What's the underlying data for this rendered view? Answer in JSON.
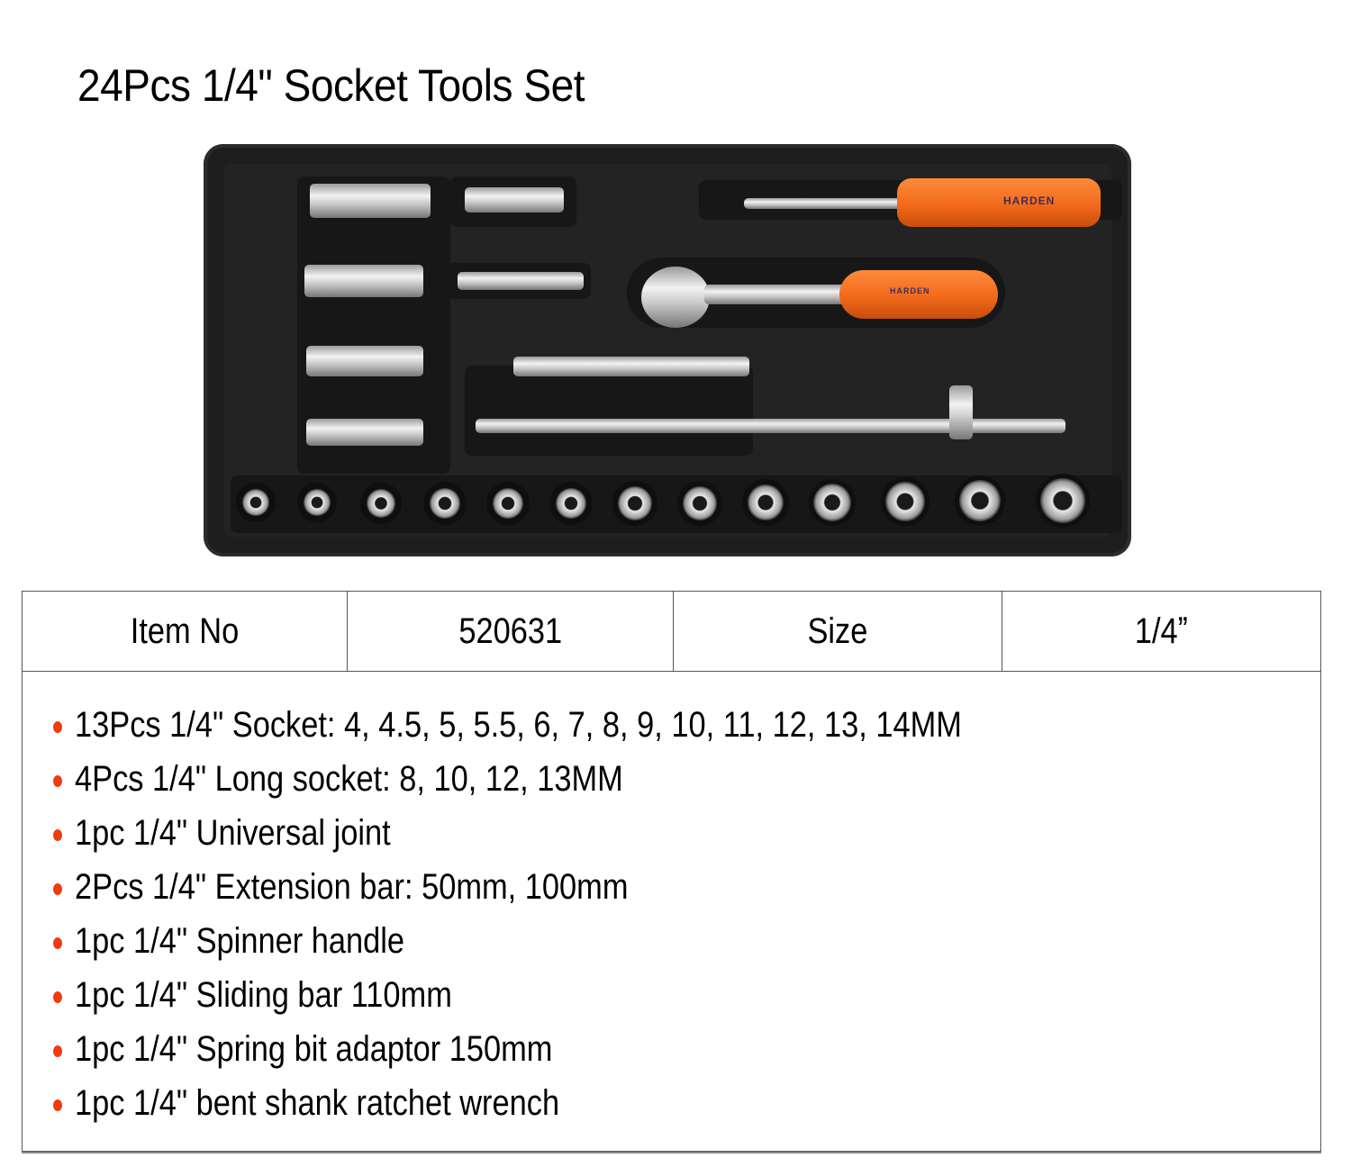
{
  "title": "24Pcs 1/4\" Socket Tools Set",
  "image": {
    "description": "Black plastic tray holding socket tool set",
    "brand_label": "HARDEN",
    "sockets_row_count": 13
  },
  "spec_table": {
    "cells": [
      "Item No",
      "520631",
      "Size",
      "1/4ˮ"
    ]
  },
  "contents": [
    "13Pcs 1/4\" Socket: 4, 4.5, 5, 5.5, 6, 7, 8, 9, 10, 11, 12, 13, 14MM",
    "4Pcs 1/4\" Long socket: 8, 10, 12, 13MM",
    "1pc 1/4\" Universal joint",
    "2Pcs 1/4\" Extension bar: 50mm, 100mm",
    "1pc 1/4\" Spinner handle",
    "1pc 1/4\" Sliding bar 110mm",
    "1pc 1/4\" Spring bit adaptor 150mm",
    "1pc 1/4\" bent shank ratchet wrench"
  ],
  "colors": {
    "bullet": "#f03a10",
    "handle_orange": "#f26a1b",
    "tray": "#1e1e1e"
  }
}
